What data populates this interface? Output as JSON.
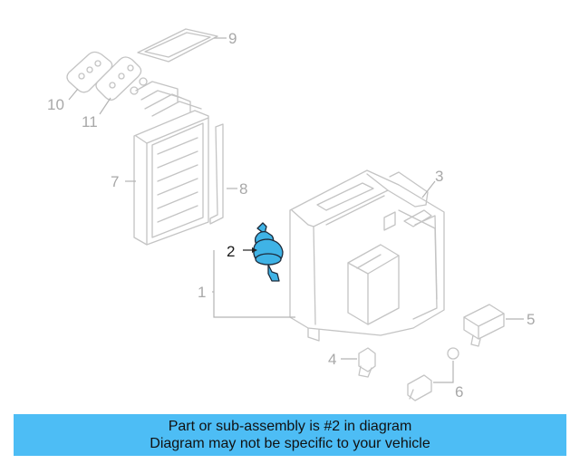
{
  "diagram": {
    "highlighted_part": "2",
    "highlight_color": "#3fb3e6",
    "callouts": {
      "c1": "1",
      "c2": "2",
      "c3": "3",
      "c4": "4",
      "c5": "5",
      "c6": "6",
      "c7": "7",
      "c8": "8",
      "c9": "9",
      "c10": "10",
      "c11": "11"
    }
  },
  "banner": {
    "line1": "Part or sub-assembly is #2 in diagram",
    "line2": "Diagram may not be specific to your vehicle",
    "background": "#4dbdf5"
  }
}
